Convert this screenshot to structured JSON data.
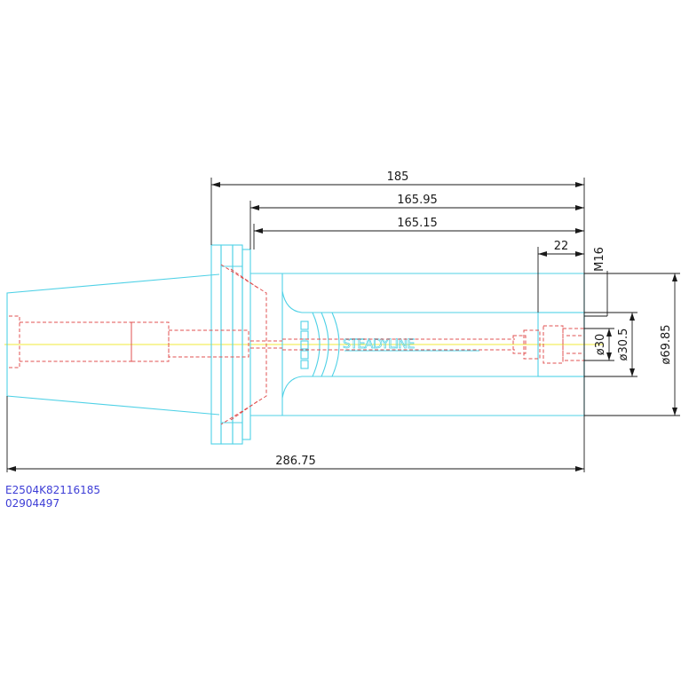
{
  "drawing": {
    "dimensions": {
      "length_185": "185",
      "length_165_95": "165.95",
      "length_165_15": "165.15",
      "length_22": "22",
      "thread_m16": "M16",
      "dia_30": "ø30",
      "dia_30_5": "ø30.5",
      "dia_69_85": "ø69.85",
      "total_length": "286.75"
    },
    "body_marking": "STEADYLINE",
    "part_codes": [
      "E2504K82116185",
      "02904497"
    ]
  },
  "colors": {
    "outline": "#4fd1e6",
    "hidden_lines": "#e05050",
    "center_line": "#f2ea3a",
    "dimensions": "#1a1a1a",
    "part_code": "#3d3dd6"
  }
}
